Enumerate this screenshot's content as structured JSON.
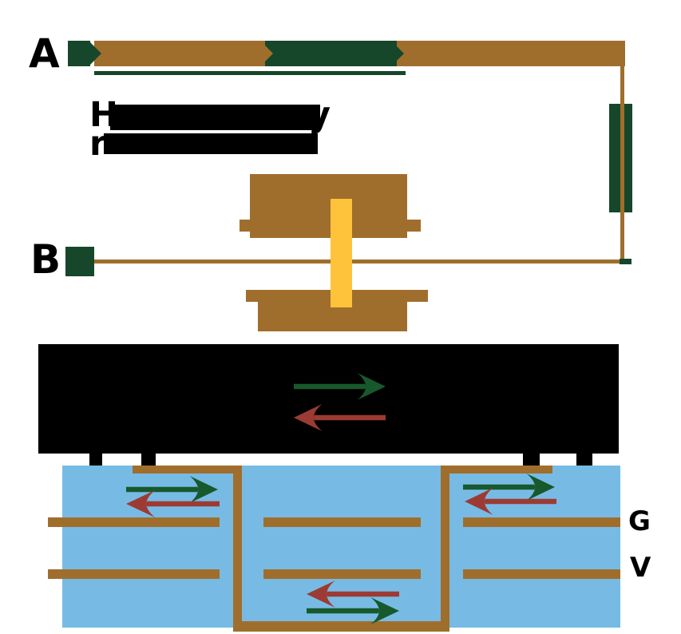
{
  "colors": {
    "copper": "#A06E2C",
    "dark_green": "#16472A",
    "board_blue": "#77BBE5",
    "barrel_yellow": "#FEC33B",
    "ink_black": "#000000",
    "arrow_green": "#17592C",
    "arrow_red": "#9C3B33"
  },
  "labels": {
    "trace_a": "A",
    "trace_b": "B",
    "ground_plane": "G",
    "power_plane": "V"
  },
  "caption": {
    "line1_start": "H",
    "line1_end": "y",
    "line2_start": "r"
  },
  "arrows": [
    {
      "name": "chip-signal-arrow",
      "direction": "right",
      "fill": "#17592C"
    },
    {
      "name": "chip-return-arrow",
      "direction": "left",
      "fill": "#9C3B33"
    },
    {
      "name": "board-left-signal-arrow",
      "direction": "right",
      "fill": "#17592C"
    },
    {
      "name": "board-left-return-arrow",
      "direction": "left",
      "fill": "#9C3B33"
    },
    {
      "name": "board-right-signal-arrow",
      "direction": "right",
      "fill": "#17592C"
    },
    {
      "name": "board-right-return-arrow",
      "direction": "left",
      "fill": "#9C3B33"
    },
    {
      "name": "board-bottom-return-arrow",
      "direction": "left",
      "fill": "#9C3B33"
    },
    {
      "name": "board-bottom-signal-arrow",
      "direction": "right",
      "fill": "#17592C"
    }
  ]
}
